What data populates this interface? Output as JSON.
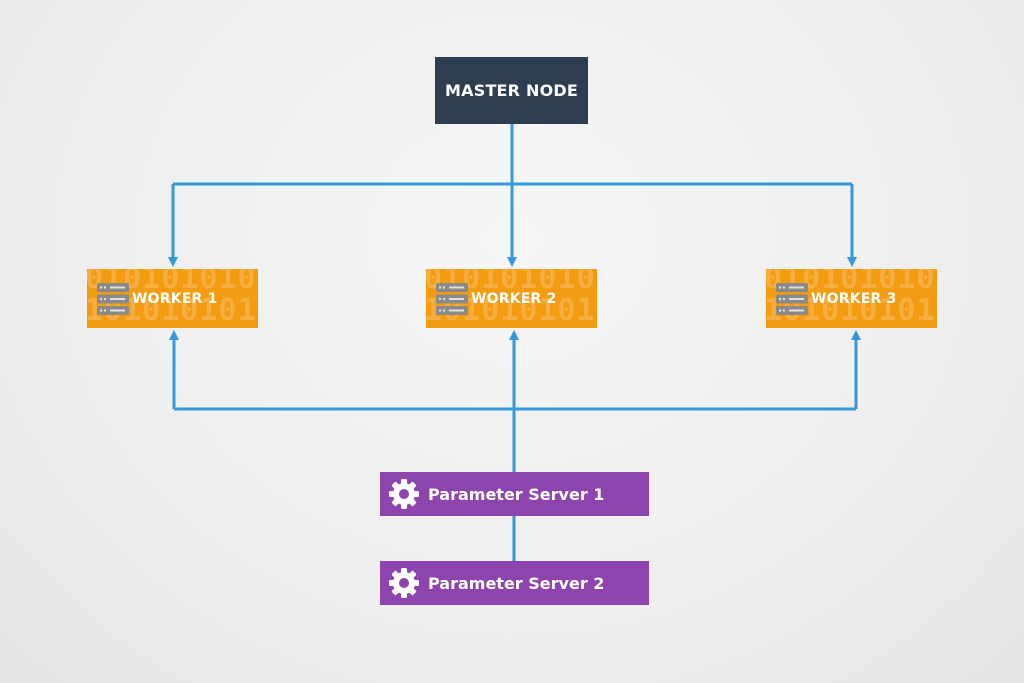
{
  "master": {
    "label": "MASTER NODE"
  },
  "workers": [
    {
      "label": "WORKER 1",
      "icon": "server-icon"
    },
    {
      "label": "WORKER 2",
      "icon": "server-icon"
    },
    {
      "label": "WORKER 3",
      "icon": "server-icon"
    }
  ],
  "parameter_servers": [
    {
      "label": "Parameter Server 1",
      "icon": "gear-icon"
    },
    {
      "label": "Parameter Server 2",
      "icon": "gear-icon"
    }
  ],
  "edges": [
    {
      "from": "MASTER NODE",
      "to": "WORKER 1"
    },
    {
      "from": "MASTER NODE",
      "to": "WORKER 2"
    },
    {
      "from": "MASTER NODE",
      "to": "WORKER 3"
    },
    {
      "from": "Parameter Server 1",
      "to": "WORKER 1"
    },
    {
      "from": "Parameter Server 1",
      "to": "WORKER 2"
    },
    {
      "from": "Parameter Server 1",
      "to": "WORKER 3"
    },
    {
      "from": "Parameter Server 1",
      "to": "Parameter Server 2"
    }
  ],
  "colors": {
    "master": "#2c3e50",
    "worker": "#f39c12",
    "parameter_server": "#8e44ad",
    "connector": "#3498db",
    "background": "#efefef"
  }
}
